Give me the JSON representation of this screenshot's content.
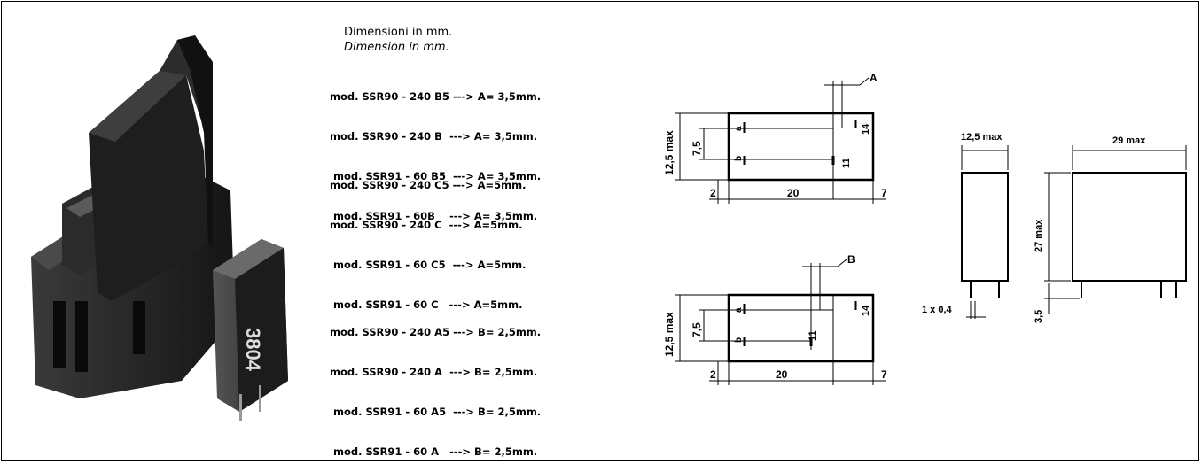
{
  "header": {
    "line_it": "Dimensioni in mm.",
    "line_en": "Dimension in mm."
  },
  "group_a35": [
    "mod. SSR90 - 240 B5 ---> A= 3,5mm.",
    "mod. SSR90 - 240 B  ---> A= 3,5mm.",
    " mod. SSR91 - 60 B5  ---> A= 3,5mm.",
    " mod. SSR91 - 60B    ---> A= 3,5mm."
  ],
  "group_a5": [
    "mod. SSR90 - 240 C5 ---> A=5mm.",
    "mod. SSR90 - 240 C  ---> A=5mm.",
    " mod. SSR91 - 60 C5  ---> A=5mm.",
    " mod. SSR91 - 60 C   ---> A=5mm."
  ],
  "group_b": [
    "mod. SSR90 - 240 A5 ---> B= 2,5mm.",
    "mod. SSR90 - 240 A  ---> B= 2,5mm.",
    " mod. SSR91 - 60 A5  ---> B= 2,5mm.",
    " mod. SSR91 - 60 A   ---> B= 2,5mm."
  ],
  "photo": {
    "relay_label": "3804"
  },
  "drawing_top": {
    "dim_a": "A",
    "height": "12,5 max",
    "pitch": "7,5",
    "left_offset": "2",
    "width": "20",
    "right_offset": "7",
    "pin_a": "a",
    "pin_b": "b",
    "pin_11": "11",
    "pin_14": "14"
  },
  "drawing_bottom": {
    "dim_b": "B",
    "height": "12,5 max",
    "pitch": "7,5",
    "left_offset": "2",
    "width": "20",
    "right_offset": "7",
    "pin_a": "a",
    "pin_b": "b",
    "pin_11": "11",
    "pin_14": "14"
  },
  "side_views": {
    "thickness": "12,5 max",
    "length": "29 max",
    "height": "27 max",
    "pin_size": "1 x 0,4",
    "pin_length": "3,5"
  }
}
